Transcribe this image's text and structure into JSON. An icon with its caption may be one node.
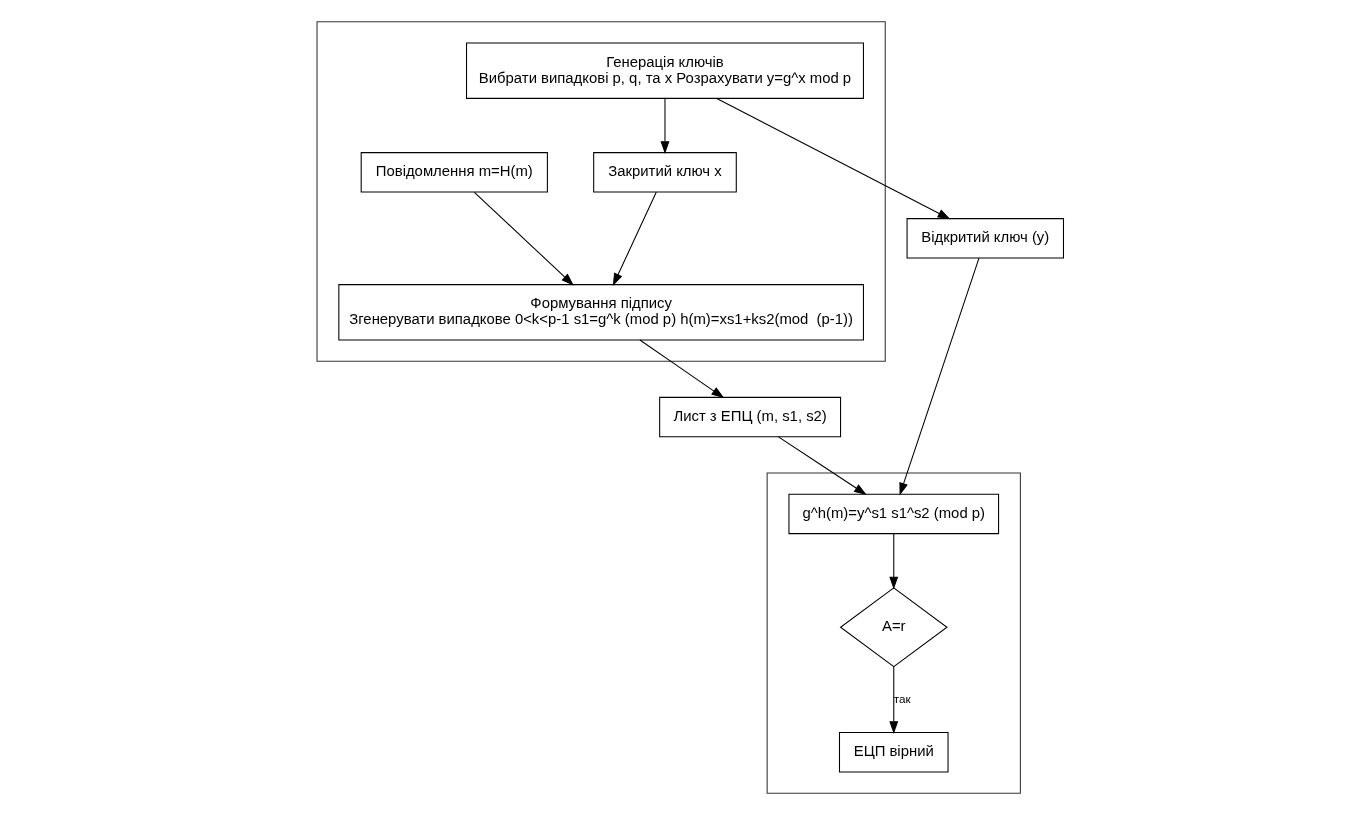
{
  "diagram": {
    "nodes": [
      {
        "text": [],
        "shape": "box"
      },
      {
        "text": [
          "Генерація ключів",
          "Вибрати випадкові p, q, та x Розрахувати y=g^x mod p"
        ],
        "in": 0
      },
      {
        "text": [
          "Закритий ключ x"
        ],
        "in": 0
      },
      {
        "text": [
          "Повідомлення m=H(m)"
        ],
        "in": 0
      },
      {
        "text": [
          "Формування підпису",
          "Згенерувати випадкове 0<k<p-1 s1=g^k (mod p) h(m)=xs1+ks2(mod  (p-1))"
        ],
        "in": 0
      },
      {
        "text": [
          "Відкритий ключ (y)"
        ]
      },
      {
        "text": [
          "Лист з ЕПЦ (m, s1, s2)"
        ]
      },
      {
        "text": [],
        "shape": "box"
      },
      {
        "text": [
          "g^h(m)=y^s1 s1^s2 (mod p)"
        ],
        "in": 7
      },
      {
        "text": [
          "A=r"
        ],
        "in": 7
      },
      {
        "text": [
          "ЕЦП вірний"
        ],
        "in": 7
      }
    ],
    "edges": [
      {
        "from": 1,
        "to": 5,
        "arrow": "to"
      },
      {
        "from": 1,
        "to": 2,
        "arrow": "to"
      },
      {
        "from": 2,
        "to": 4,
        "arrow": "to"
      },
      {
        "from": 3,
        "to": 4,
        "arrow": "to"
      },
      {
        "from": 4,
        "to": 6,
        "arrow": "to"
      },
      {
        "from": 5,
        "to": 8,
        "arrow": "to"
      },
      {
        "from": 6,
        "to": 8,
        "arrow": "to"
      },
      {
        "from": 8,
        "to": 9,
        "arrow": "to"
      },
      {
        "from": 9,
        "to": 10,
        "label": "так",
        "arrow": "to"
      }
    ]
  }
}
